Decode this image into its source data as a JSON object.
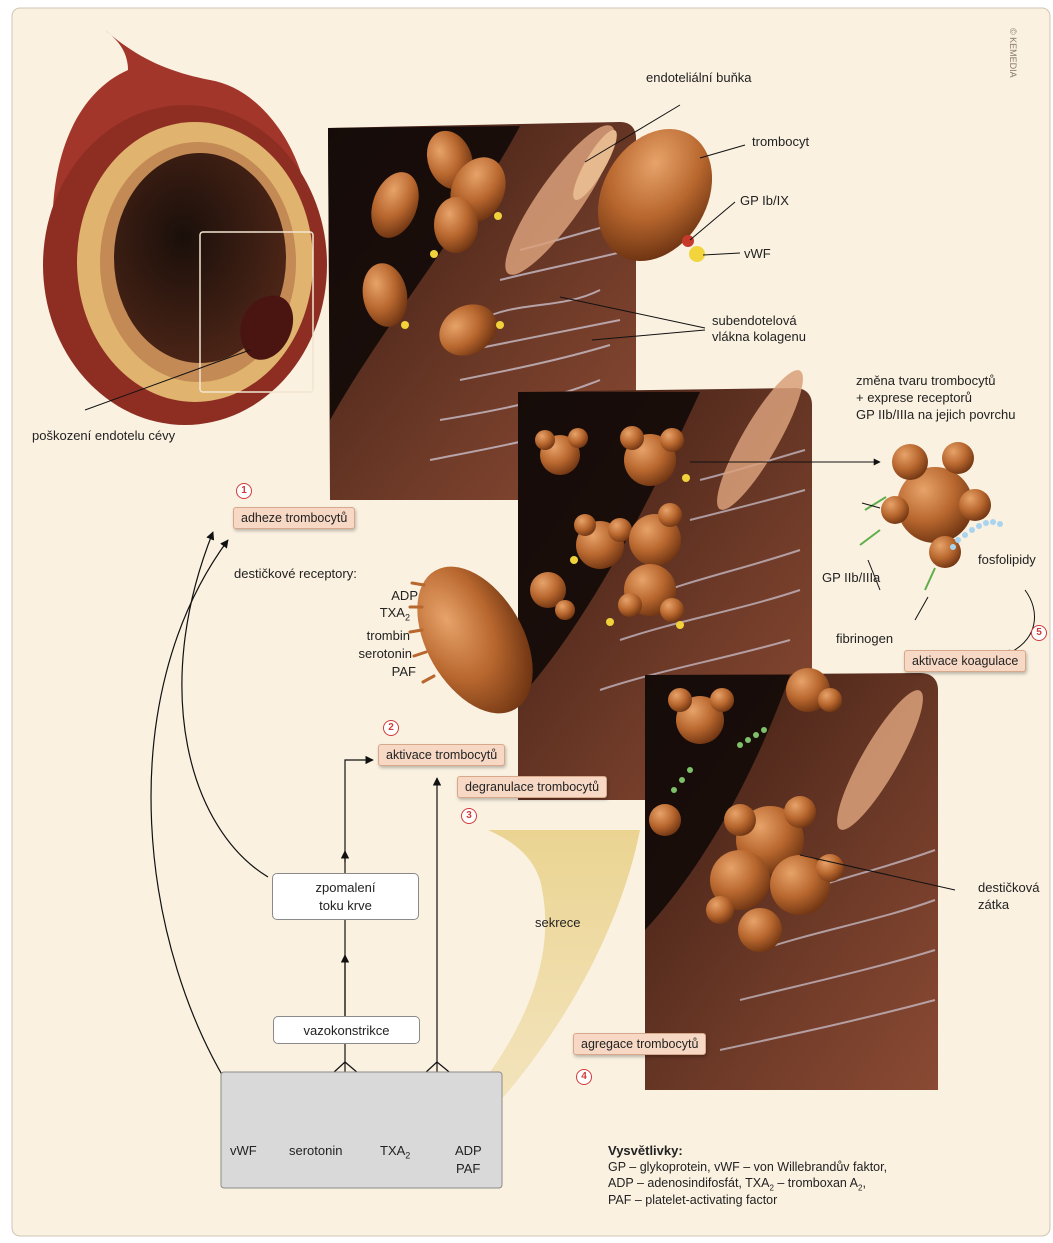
{
  "labels": {
    "endothelial_cell": "endoteliální buňka",
    "thrombocyte": "trombocyt",
    "gp_ib_ix": "GP Ib/IX",
    "vwf": "vWF",
    "collagen_line1": "subendotelová",
    "collagen_line2": "vlákna kolagenu",
    "damage": "poškození endotelu cévy",
    "shape_change_1": "změna tvaru trombocytů",
    "shape_change_2": "+ exprese receptorů",
    "shape_change_3": "GP IIb/IIIa na jejich povrchu",
    "fosfolipidy": "fosfolipidy",
    "gp_iib_iiia": "GP IIb/IIIa",
    "fibrinogen": "fibrinogen",
    "plug_1": "destičková",
    "plug_2": "zátka",
    "sekrece": "sekrece",
    "receptors_title": "destičkové receptory:",
    "receptor_items": [
      "ADP",
      "TXA",
      "trombin",
      "serotonin",
      "PAF"
    ],
    "signature": "© KEMEDIA"
  },
  "steps": {
    "s1": {
      "num": "1",
      "label": "adheze trombocytů"
    },
    "s2": {
      "num": "2",
      "label": "aktivace trombocytů"
    },
    "s3": {
      "num": "3",
      "label": "degranulace trombocytů"
    },
    "s4": {
      "num": "4",
      "label": "agregace trombocytů"
    },
    "s5": {
      "num": "5",
      "label": "aktivace koagulace"
    }
  },
  "flow": {
    "slowing_1": "zpomalení",
    "slowing_2": "toku krve",
    "vasoconstriction": "vazokonstrikce"
  },
  "mediators": {
    "vwf": "vWF",
    "serotonin": "serotonin",
    "txa": "TXA",
    "adp": "ADP",
    "paf": "PAF"
  },
  "legend": {
    "title": "Vysvětlivky:",
    "line1": "GP – glykoprotein, vWF – von Willebrandův faktor,",
    "line2a": "ADP – adenosindifosfát, TXA",
    "line2b": " – tromboxan A",
    "line3": "PAF – platelet-activating factor"
  },
  "colors": {
    "background": "#faf1e1",
    "step_fill": "#f7d8c4",
    "number_ring": "#d23a3a",
    "platelet": "#b8672e",
    "panel_dark": "#1a0f0a",
    "vessel_red": "#b23a2c"
  }
}
